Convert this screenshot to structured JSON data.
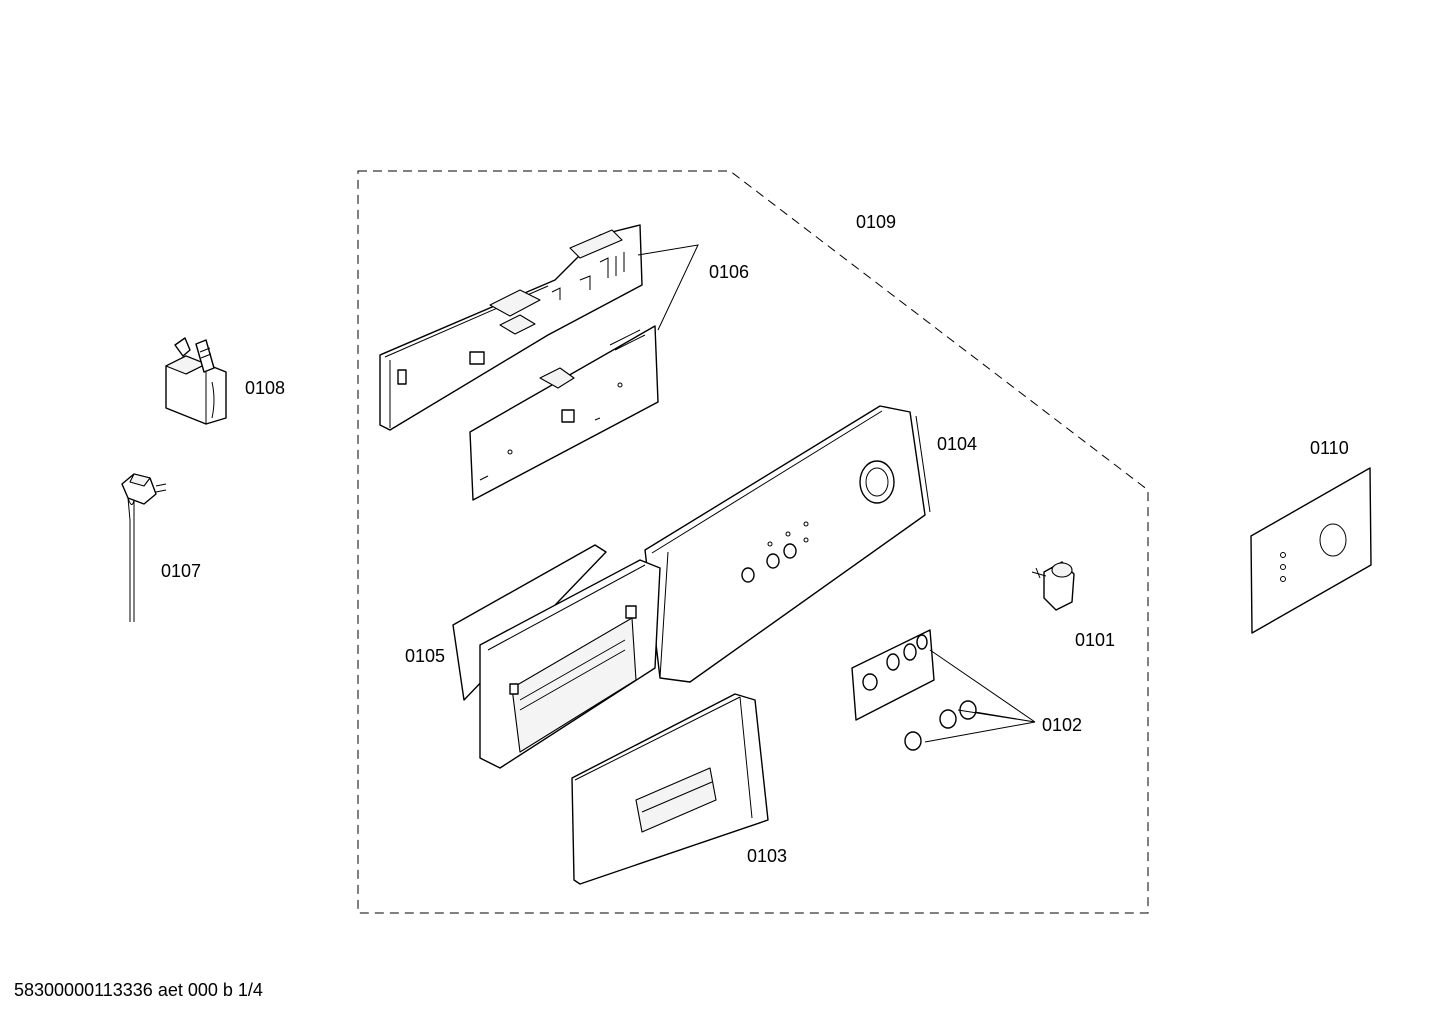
{
  "parts": {
    "p0101": "0101",
    "p0102": "0102",
    "p0103": "0103",
    "p0104": "0104",
    "p0105": "0105",
    "p0106": "0106",
    "p0107": "0107",
    "p0108": "0108",
    "p0109": "0109",
    "p0110": "0110"
  },
  "footer": "58300000113336 aet 000 b 1/4"
}
